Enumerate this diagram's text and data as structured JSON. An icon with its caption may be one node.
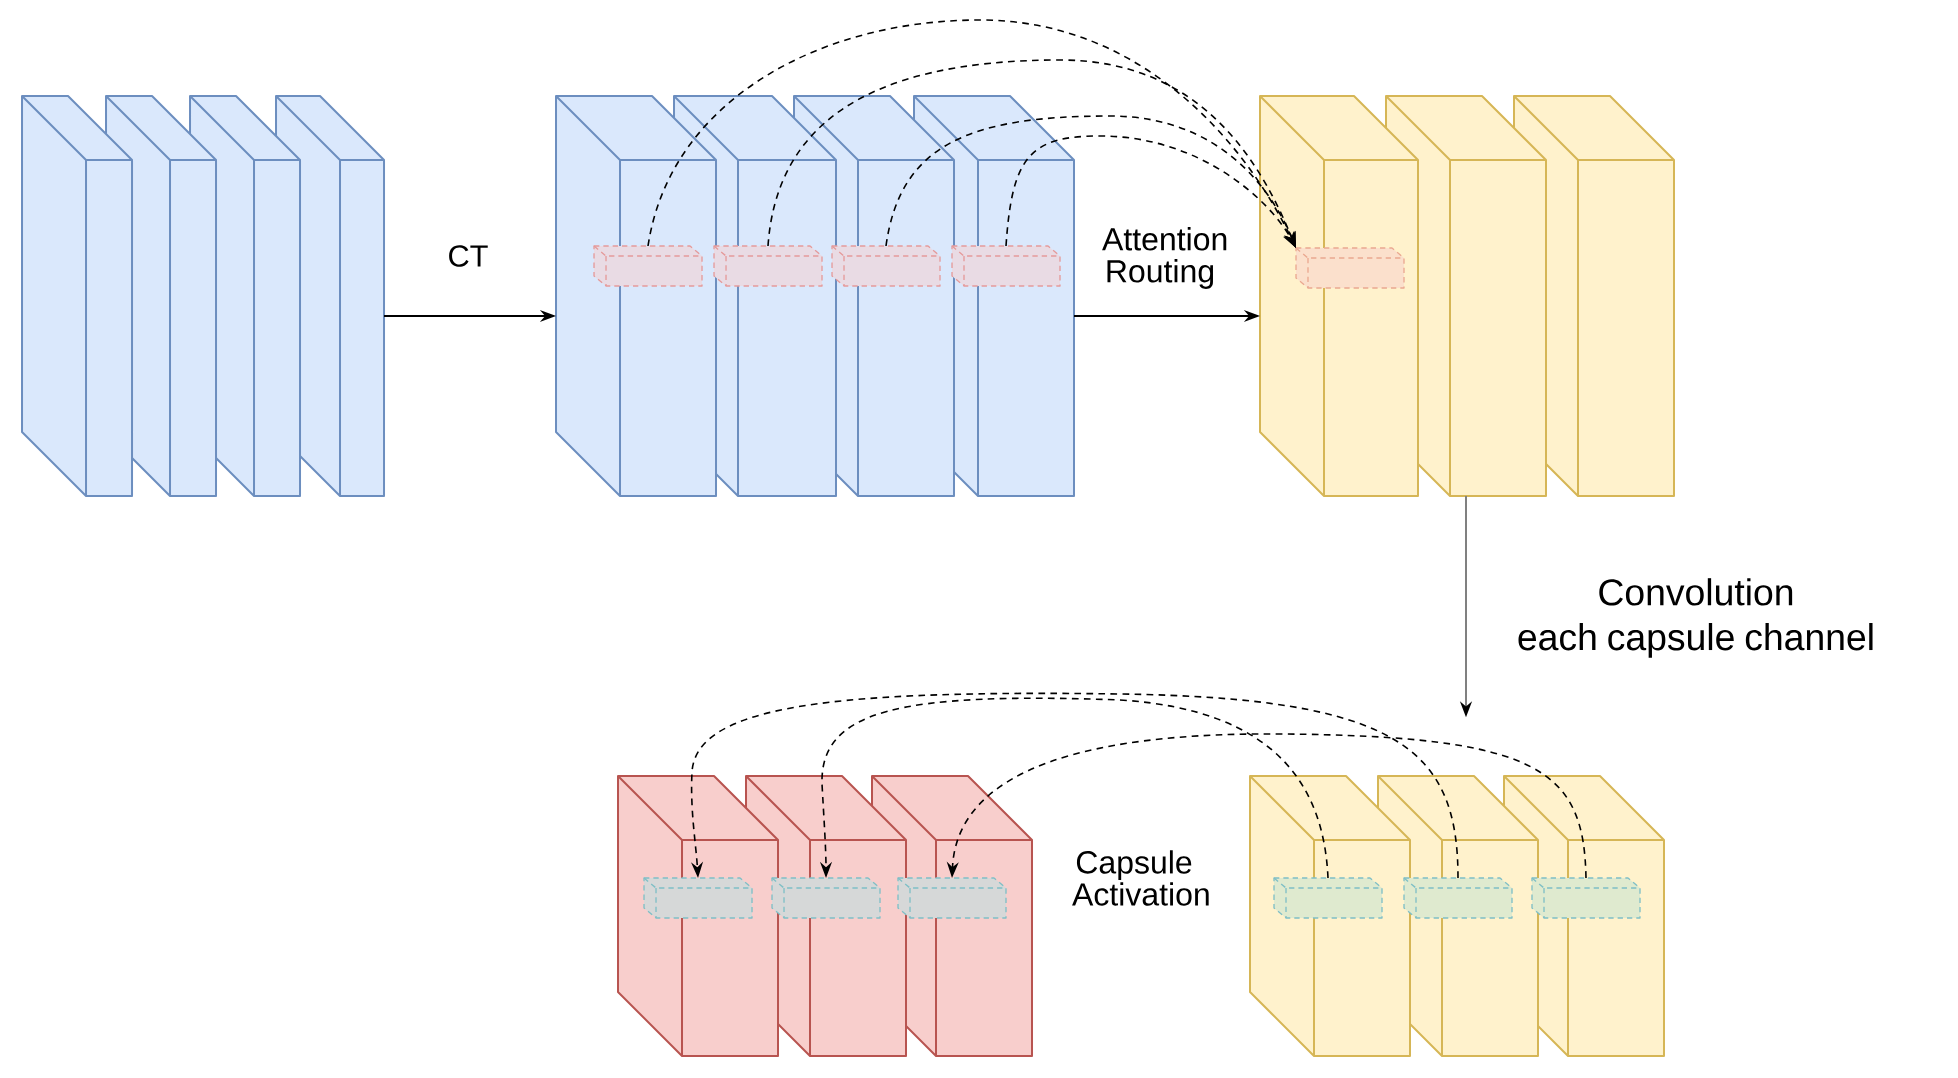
{
  "diagram": {
    "nodes": [
      {
        "text": [],
        "shape": "box"
      },
      {
        "text": [],
        "shape": "box"
      },
      {
        "text": [],
        "shape": "box"
      },
      {
        "text": [],
        "shape": "box"
      },
      {
        "text": [],
        "shape": "box"
      },
      {
        "text": [],
        "shape": "box",
        "in": 4
      },
      {
        "text": [],
        "shape": "box"
      },
      {
        "text": [],
        "shape": "box",
        "in": 6
      },
      {
        "text": [],
        "shape": "box"
      },
      {
        "text": [],
        "shape": "box",
        "in": 8
      },
      {
        "text": [],
        "shape": "box"
      },
      {
        "text": [],
        "shape": "box",
        "in": 10
      },
      {
        "text": [],
        "shape": "box"
      },
      {
        "text": [],
        "shape": "box",
        "in": 12
      },
      {
        "text": [],
        "shape": "box"
      },
      {
        "text": [],
        "shape": "box"
      },
      {
        "text": [],
        "shape": "box"
      },
      {
        "text": [],
        "shape": "box",
        "in": 16
      },
      {
        "text": [],
        "shape": "box"
      },
      {
        "text": [],
        "shape": "box",
        "in": 18
      },
      {
        "text": [],
        "shape": "box"
      },
      {
        "text": [],
        "shape": "box",
        "in": 20
      },
      {
        "text": [],
        "shape": "box"
      },
      {
        "text": [],
        "shape": "box",
        "in": 22
      },
      {
        "text": [],
        "shape": "box"
      },
      {
        "text": [],
        "shape": "box",
        "in": 24
      },
      {
        "text": [],
        "shape": "box"
      },
      {
        "text": [],
        "shape": "box",
        "in": 26
      }
    ],
    "edges": [
      {
        "from": 3,
        "to": 4,
        "arrow": "to",
        "label": "CT"
      },
      {
        "from": 5,
        "to": 13,
        "arrow": "to",
        "style": "dashed"
      },
      {
        "from": 7,
        "to": 13,
        "arrow": "to",
        "style": "dashed"
      },
      {
        "from": 9,
        "to": 13,
        "arrow": "to",
        "style": "dashed"
      },
      {
        "from": 11,
        "to": 13,
        "arrow": "to",
        "style": "dashed"
      },
      {
        "from": 10,
        "to": 12,
        "arrow": "to",
        "label": "Attention Routing"
      },
      {
        "from": 14,
        "to": 24,
        "arrow": "to",
        "label": "Convolution each capsule channel",
        "color": "#808080"
      },
      {
        "from": 23,
        "to": 19,
        "arrow": "to",
        "style": "dashed"
      },
      {
        "from": 25,
        "to": 17,
        "arrow": "to",
        "style": "dashed"
      },
      {
        "from": 27,
        "to": 21,
        "arrow": "to",
        "style": "dashed"
      }
    ],
    "labels": [
      "Capsule Activation"
    ]
  }
}
